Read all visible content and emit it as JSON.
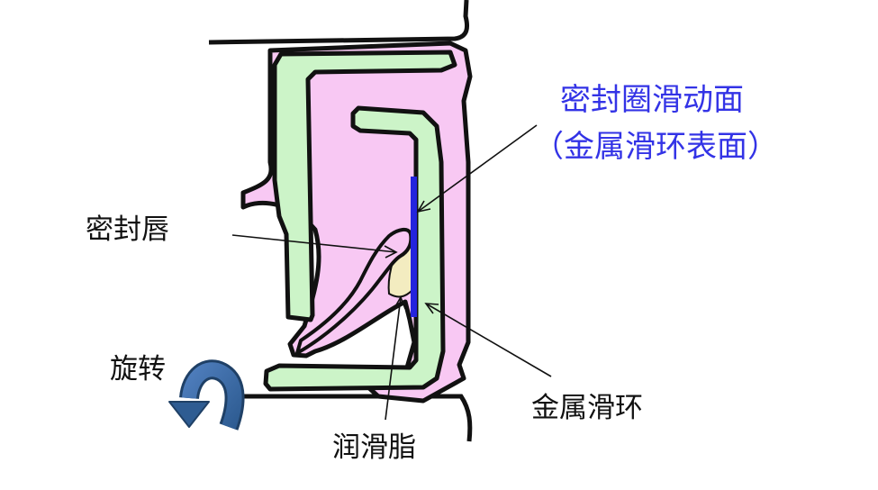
{
  "labels": {
    "sliding_surface_title": "密封圈滑动面",
    "sliding_surface_sub": "（金属滑环表面）",
    "seal_lip": "密封唇",
    "rotation": "旋转",
    "metal_ring": "金属滑环",
    "grease": "润滑脂"
  },
  "colors": {
    "rubber": "#f8c8f3",
    "metal": "#ccf4c8",
    "grease": "#f3ecc0",
    "sliding_surface": "#2424dd",
    "outline": "#111111",
    "title_text": "#3333e6",
    "arrow_dark": "#2e5c92",
    "arrow_light": "#4f7ebd"
  },
  "icons": {
    "rotation": "curved-arrow-icon"
  }
}
